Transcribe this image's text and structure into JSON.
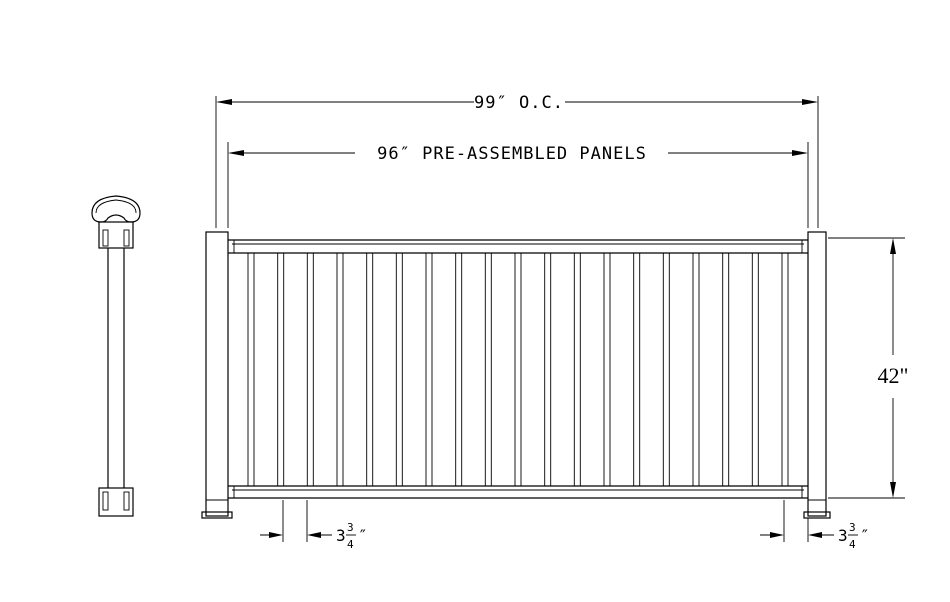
{
  "dimensions": {
    "on_center": "99″ O.C.",
    "panels": "96″ PRE-ASSEMBLED PANELS",
    "height": "42\"",
    "end_gap_whole": "3",
    "end_gap_numerator": "3",
    "end_gap_denominator": "4",
    "end_gap_inch_mark": "″"
  },
  "panel": {
    "picket_count": 19
  }
}
